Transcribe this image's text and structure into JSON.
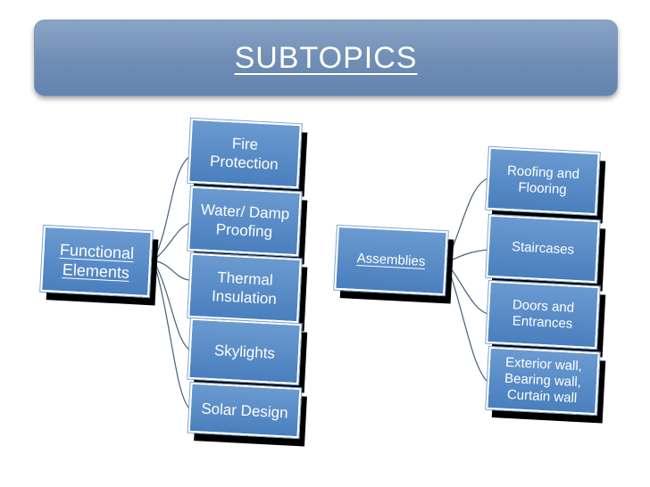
{
  "title": "SUBTOPICS",
  "left_tree": {
    "root": "Functional Elements",
    "children": [
      "Fire Protection",
      "Water/ Damp Proofing",
      "Thermal Insulation",
      "Skylights",
      "Solar Design"
    ]
  },
  "right_tree": {
    "root": "Assemblies",
    "children": [
      "Roofing and Flooring",
      "Staircases",
      "Doors and Entrances",
      "Exterior wall, Bearing wall, Curtain wall"
    ]
  },
  "colors": {
    "title_bar": "#6f8db5",
    "node_fill": "#4f81bd",
    "connector": "#4a5f78"
  }
}
